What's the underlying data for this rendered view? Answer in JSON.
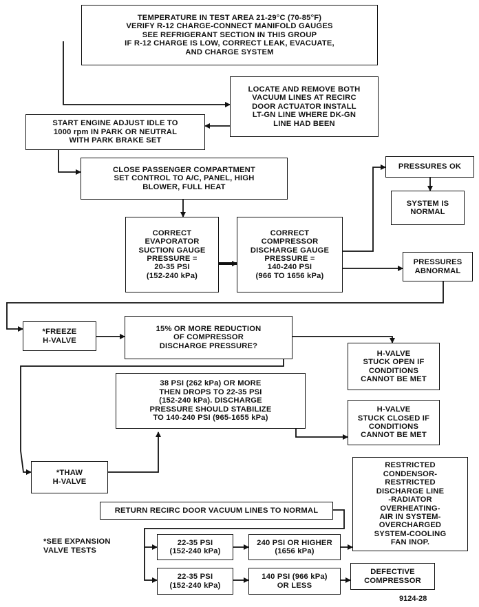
{
  "diagram": {
    "boxes": {
      "temp_test": "TEMPERATURE IN TEST AREA 21-29°C (70-85°F)\nVERIFY R-12 CHARGE-CONNECT MANIFOLD GAUGES\nSEE REFRIGERANT SECTION IN THIS GROUP\nIF R-12 CHARGE IS LOW, CORRECT LEAK, EVACUATE,\nAND CHARGE SYSTEM",
      "vacuum_lines": "LOCATE AND REMOVE BOTH\nVACUUM LINES AT RECIRC\nDOOR ACTUATOR INSTALL\nLT-GN LINE WHERE DK-GN\nLINE HAD BEEN",
      "start_engine": "START ENGINE ADJUST IDLE TO\n1000 rpm IN PARK OR NEUTRAL\nWITH PARK BRAKE SET",
      "close_passenger": "CLOSE PASSENGER COMPARTMENT\nSET CONTROL TO A/C, PANEL, HIGH\nBLOWER, FULL HEAT",
      "pressures_ok": "PRESSURES OK",
      "system_normal": "SYSTEM IS\nNORMAL",
      "evap_suction": "CORRECT\nEVAPORATOR\nSUCTION GAUGE\nPRESSURE =\n20-35 PSI\n(152-240 kPa)",
      "comp_discharge": "CORRECT\nCOMPRESSOR\nDISCHARGE GAUGE\nPRESSURE =\n140-240 PSI\n(966 TO 1656 kPa)",
      "pressures_abnormal": "PRESSURES\nABNORMAL",
      "freeze_hvalve": "*FREEZE\nH-VALVE",
      "reduction": "15% OR MORE REDUCTION\nOF COMPRESSOR\nDISCHARGE PRESSURE?",
      "stuck_open": "H-VALVE\nSTUCK OPEN IF\nCONDITIONS\nCANNOT BE MET",
      "psi_38": "38 PSI (262 kPa) OR MORE\nTHEN DROPS TO 22-35 PSI\n(152-240 kPa). DISCHARGE\nPRESSURE SHOULD STABILIZE\nTO 140-240 PSI (965-1655 kPa)",
      "stuck_closed": "H-VALVE\nSTUCK CLOSED IF\nCONDITIONS\nCANNOT BE MET",
      "thaw_hvalve": "*THAW\nH-VALVE",
      "restricted": "RESTRICTED\nCONDENSOR-\nRESTRICTED\nDISCHARGE LINE\n-RADIATOR\nOVERHEATING-\nAIR IN SYSTEM-\nOVERCHARGED\nSYSTEM-COOLING\nFAN INOP.",
      "return_recirc": "RETURN RECIRC DOOR VACUUM LINES TO NORMAL",
      "psi_22_a": "22-35 PSI\n(152-240 kPa)",
      "psi_240": "240 PSI OR HIGHER\n(1656 kPa)",
      "psi_22_b": "22-35 PSI\n(152-240 kPa)",
      "psi_140": "140 PSI (966 kPa)\nOR LESS",
      "defective_comp": "DEFECTIVE\nCOMPRESSOR"
    },
    "note": "*SEE EXPANSION\nVALVE TESTS",
    "figure_number": "9124-28",
    "line_color": "#111111"
  }
}
